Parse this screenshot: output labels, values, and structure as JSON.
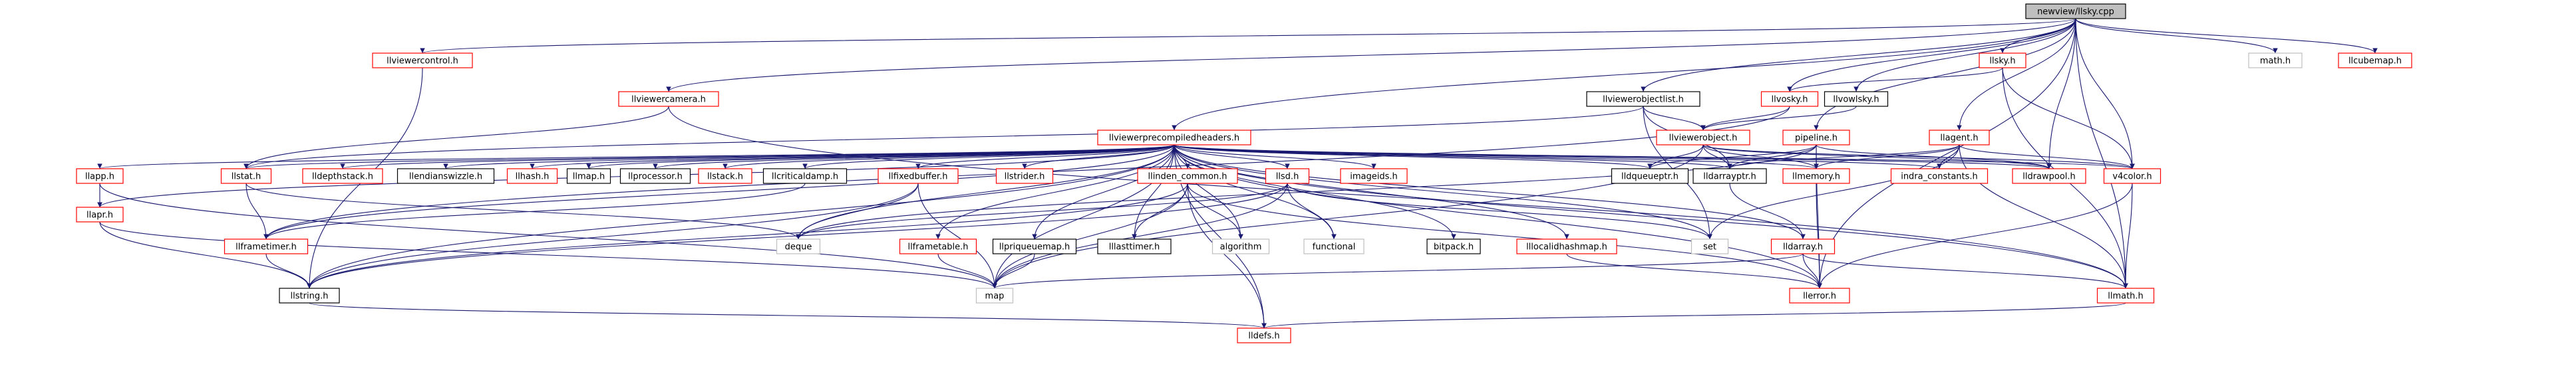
{
  "graph": {
    "root": "newview/llsky.cpp",
    "nodes": [
      {
        "id": "root",
        "label": "newview/llsky.cpp",
        "style": "root"
      },
      {
        "id": "llviewercontrol",
        "label": "llviewercontrol.h",
        "style": "ref"
      },
      {
        "id": "llviewercamera",
        "label": "llviewercamera.h",
        "style": "ref"
      },
      {
        "id": "llviewerobjectlist",
        "label": "llviewerobjectlist.h",
        "style": "plain"
      },
      {
        "id": "llvosky",
        "label": "llvosky.h",
        "style": "ref"
      },
      {
        "id": "llvowlsky",
        "label": "llvowlsky.h",
        "style": "plain"
      },
      {
        "id": "llsky",
        "label": "llsky.h",
        "style": "ref"
      },
      {
        "id": "mathh",
        "label": "math.h",
        "style": "sys"
      },
      {
        "id": "llcubemap",
        "label": "llcubemap.h",
        "style": "ref"
      },
      {
        "id": "llviewerprecompiledheaders",
        "label": "llviewerprecompiledheaders.h",
        "style": "ref"
      },
      {
        "id": "llviewerobject",
        "label": "llviewerobject.h",
        "style": "ref"
      },
      {
        "id": "pipeline",
        "label": "pipeline.h",
        "style": "ref"
      },
      {
        "id": "llagent",
        "label": "llagent.h",
        "style": "ref"
      },
      {
        "id": "llapp",
        "label": "llapp.h",
        "style": "ref"
      },
      {
        "id": "llstat",
        "label": "llstat.h",
        "style": "ref"
      },
      {
        "id": "lldepthstack",
        "label": "lldepthstack.h",
        "style": "ref"
      },
      {
        "id": "llendianswizzle",
        "label": "llendianswizzle.h",
        "style": "plain"
      },
      {
        "id": "llhash",
        "label": "llhash.h",
        "style": "ref"
      },
      {
        "id": "llmap",
        "label": "llmap.h",
        "style": "plain"
      },
      {
        "id": "llprocessor",
        "label": "llprocessor.h",
        "style": "plain"
      },
      {
        "id": "llstack",
        "label": "llstack.h",
        "style": "ref"
      },
      {
        "id": "llcriticaldamp",
        "label": "llcriticaldamp.h",
        "style": "plain"
      },
      {
        "id": "llfixedbuffer",
        "label": "llfixedbuffer.h",
        "style": "ref"
      },
      {
        "id": "llstrider",
        "label": "llstrider.h",
        "style": "ref"
      },
      {
        "id": "llindexcommon",
        "label": "llinden_common.h",
        "style": "ref"
      },
      {
        "id": "lllsd",
        "label": "llsd.h",
        "style": "ref"
      },
      {
        "id": "imageids",
        "label": "imageids.h",
        "style": "ref"
      },
      {
        "id": "lldqueueptr",
        "label": "lldqueueptr.h",
        "style": "plain"
      },
      {
        "id": "lldarrayptr",
        "label": "lldarrayptr.h",
        "style": "plain"
      },
      {
        "id": "llmemory",
        "label": "llmemory.h",
        "style": "ref"
      },
      {
        "id": "indraconstants",
        "label": "indra_constants.h",
        "style": "ref"
      },
      {
        "id": "lldrawpool",
        "label": "lldrawpool.h",
        "style": "ref"
      },
      {
        "id": "v4color",
        "label": "v4color.h",
        "style": "ref"
      },
      {
        "id": "llapr",
        "label": "llapr.h",
        "style": "ref"
      },
      {
        "id": "llframetimer",
        "label": "llframetimer.h",
        "style": "ref"
      },
      {
        "id": "deque",
        "label": "deque",
        "style": "sys"
      },
      {
        "id": "llframetable",
        "label": "llframetable.h",
        "style": "ref"
      },
      {
        "id": "llpriqueuemap",
        "label": "llpriqueuemap.h",
        "style": "plain"
      },
      {
        "id": "lllasttimer",
        "label": "lllasttimer.h",
        "style": "plain"
      },
      {
        "id": "algorithm",
        "label": "algorithm",
        "style": "sys"
      },
      {
        "id": "functional",
        "label": "functional",
        "style": "sys"
      },
      {
        "id": "bitpack",
        "label": "bitpack.h",
        "style": "plain"
      },
      {
        "id": "lllocalidhashmap",
        "label": "lllocalidhashmap.h",
        "style": "ref"
      },
      {
        "id": "set",
        "label": "set",
        "style": "sys"
      },
      {
        "id": "lldarray",
        "label": "lldarray.h",
        "style": "ref"
      },
      {
        "id": "llstring",
        "label": "llstring.h",
        "style": "plain"
      },
      {
        "id": "map",
        "label": "map",
        "style": "sys"
      },
      {
        "id": "llerror",
        "label": "llerror.h",
        "style": "ref"
      },
      {
        "id": "llmath",
        "label": "llmath.h",
        "style": "ref"
      },
      {
        "id": "lldefs",
        "label": "lldefs.h",
        "style": "ref"
      }
    ],
    "edges": [
      [
        "root",
        "llviewercontrol"
      ],
      [
        "root",
        "llviewercamera"
      ],
      [
        "root",
        "llviewerobjectlist"
      ],
      [
        "root",
        "llvosky"
      ],
      [
        "root",
        "llvowlsky"
      ],
      [
        "root",
        "llsky"
      ],
      [
        "root",
        "mathh"
      ],
      [
        "root",
        "llcubemap"
      ],
      [
        "root",
        "llviewerprecompiledheaders"
      ],
      [
        "root",
        "pipeline"
      ],
      [
        "root",
        "llagent"
      ],
      [
        "root",
        "lldrawpool"
      ],
      [
        "root",
        "v4color"
      ],
      [
        "root",
        "llerror"
      ],
      [
        "root",
        "llmath"
      ],
      [
        "llviewercontrol",
        "llstring"
      ],
      [
        "llviewercamera",
        "llstat"
      ],
      [
        "llviewercamera",
        "llmath"
      ],
      [
        "llviewerobjectlist",
        "llviewerobject"
      ],
      [
        "llviewerobjectlist",
        "set"
      ],
      [
        "llviewerobjectlist",
        "lldarrayptr"
      ],
      [
        "llviewerobjectlist",
        "llstat"
      ],
      [
        "llvosky",
        "llviewerobject"
      ],
      [
        "llvosky",
        "llframetimer"
      ],
      [
        "llvowlsky",
        "llviewerobject"
      ],
      [
        "llsky",
        "llvosky"
      ],
      [
        "llsky",
        "v4color"
      ],
      [
        "llsky",
        "llmath"
      ],
      [
        "llviewerprecompiledheaders",
        "llapp"
      ],
      [
        "llviewerprecompiledheaders",
        "llstat"
      ],
      [
        "llviewerprecompiledheaders",
        "lldepthstack"
      ],
      [
        "llviewerprecompiledheaders",
        "llendianswizzle"
      ],
      [
        "llviewerprecompiledheaders",
        "llhash"
      ],
      [
        "llviewerprecompiledheaders",
        "llmap"
      ],
      [
        "llviewerprecompiledheaders",
        "llprocessor"
      ],
      [
        "llviewerprecompiledheaders",
        "llstack"
      ],
      [
        "llviewerprecompiledheaders",
        "llcriticaldamp"
      ],
      [
        "llviewerprecompiledheaders",
        "llfixedbuffer"
      ],
      [
        "llviewerprecompiledheaders",
        "llstrider"
      ],
      [
        "llviewerprecompiledheaders",
        "llindexcommon"
      ],
      [
        "llviewerprecompiledheaders",
        "lllsd"
      ],
      [
        "llviewerprecompiledheaders",
        "imageids"
      ],
      [
        "llviewerprecompiledheaders",
        "lldqueueptr"
      ],
      [
        "llviewerprecompiledheaders",
        "lldarrayptr"
      ],
      [
        "llviewerprecompiledheaders",
        "llmemory"
      ],
      [
        "llviewerprecompiledheaders",
        "indraconstants"
      ],
      [
        "llviewerprecompiledheaders",
        "lldrawpool"
      ],
      [
        "llviewerprecompiledheaders",
        "v4color"
      ],
      [
        "llviewerprecompiledheaders",
        "llapr"
      ],
      [
        "llviewerprecompiledheaders",
        "llframetimer"
      ],
      [
        "llviewerprecompiledheaders",
        "deque"
      ],
      [
        "llviewerprecompiledheaders",
        "llframetable"
      ],
      [
        "llviewerprecompiledheaders",
        "llpriqueuemap"
      ],
      [
        "llviewerprecompiledheaders",
        "lllasttimer"
      ],
      [
        "llviewerprecompiledheaders",
        "algorithm"
      ],
      [
        "llviewerprecompiledheaders",
        "functional"
      ],
      [
        "llviewerprecompiledheaders",
        "bitpack"
      ],
      [
        "llviewerprecompiledheaders",
        "lllocalidhashmap"
      ],
      [
        "llviewerprecompiledheaders",
        "set"
      ],
      [
        "llviewerprecompiledheaders",
        "lldarray"
      ],
      [
        "llviewerprecompiledheaders",
        "llstring"
      ],
      [
        "llviewerprecompiledheaders",
        "map"
      ],
      [
        "llviewerprecompiledheaders",
        "llerror"
      ],
      [
        "llviewerprecompiledheaders",
        "llmath"
      ],
      [
        "llviewerprecompiledheaders",
        "lldefs"
      ],
      [
        "llviewerobject",
        "lldqueueptr"
      ],
      [
        "llviewerobject",
        "lldarrayptr"
      ],
      [
        "llviewerobject",
        "llmemory"
      ],
      [
        "llviewerobject",
        "lldrawpool"
      ],
      [
        "llviewerobject",
        "v4color"
      ],
      [
        "llviewerobject",
        "map"
      ],
      [
        "pipeline",
        "lldarrayptr"
      ],
      [
        "pipeline",
        "llmemory"
      ],
      [
        "pipeline",
        "lldqueueptr"
      ],
      [
        "pipeline",
        "lldrawpool"
      ],
      [
        "pipeline",
        "llerror"
      ],
      [
        "pipeline",
        "deque"
      ],
      [
        "llagent",
        "llmemory"
      ],
      [
        "llagent",
        "indraconstants"
      ],
      [
        "llagent",
        "lldarrayptr"
      ],
      [
        "llagent",
        "v4color"
      ],
      [
        "llagent",
        "set"
      ],
      [
        "llagent",
        "llmath"
      ],
      [
        "llapp",
        "llapr"
      ],
      [
        "llapp",
        "map"
      ],
      [
        "llstat",
        "llframetimer"
      ],
      [
        "llstat",
        "deque"
      ],
      [
        "llcriticaldamp",
        "llframetimer"
      ],
      [
        "llfixedbuffer",
        "deque"
      ],
      [
        "llfixedbuffer",
        "llstring"
      ],
      [
        "llfixedbuffer",
        "map"
      ],
      [
        "llindexcommon",
        "lllasttimer"
      ],
      [
        "llindexcommon",
        "algorithm"
      ],
      [
        "llindexcommon",
        "map"
      ],
      [
        "llindexcommon",
        "llstring"
      ],
      [
        "llindexcommon",
        "llerror"
      ],
      [
        "llindexcommon",
        "lldefs"
      ],
      [
        "lllsd",
        "llstring"
      ],
      [
        "lllsd",
        "map"
      ],
      [
        "lllsd",
        "set"
      ],
      [
        "lllsd",
        "functional"
      ],
      [
        "lllsd",
        "deque"
      ],
      [
        "llframetable",
        "map"
      ],
      [
        "llpriqueuemap",
        "map"
      ],
      [
        "lllocalidhashmap",
        "llerror"
      ],
      [
        "lldarrayptr",
        "lldarray"
      ],
      [
        "lldarray",
        "llerror"
      ],
      [
        "lldarray",
        "map"
      ],
      [
        "lldarray",
        "llmath"
      ],
      [
        "llmemory",
        "llerror"
      ],
      [
        "v4color",
        "llerror"
      ],
      [
        "v4color",
        "llmath"
      ],
      [
        "llapr",
        "llstring"
      ],
      [
        "llapr",
        "map"
      ],
      [
        "llstring",
        "lldefs"
      ],
      [
        "llmath",
        "lldefs"
      ],
      [
        "llframetimer",
        "llstring"
      ]
    ]
  }
}
